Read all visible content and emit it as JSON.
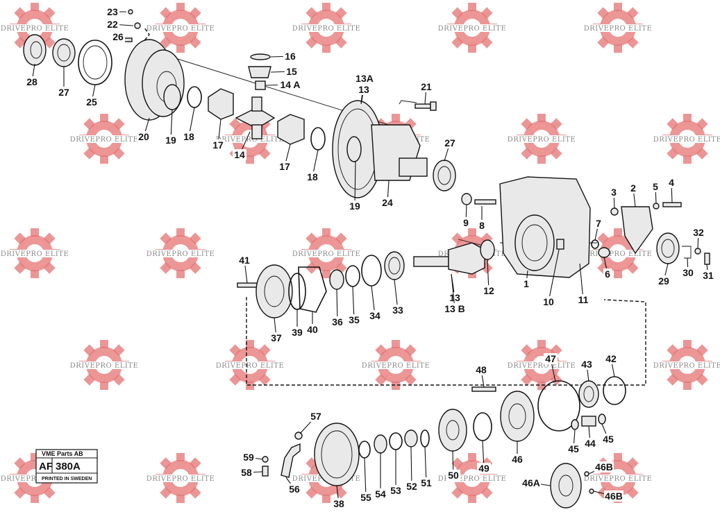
{
  "watermark": {
    "text": "DRIVEPRO ELITE",
    "color": "#e57373"
  },
  "stamp": {
    "company": "VME Parts AB",
    "code_prefix": "AF",
    "code": "380A",
    "printed": "PRINTED IN SWEDEN"
  },
  "callouts": [
    "23",
    "22",
    "26",
    "28",
    "27",
    "25",
    "20",
    "19",
    "18",
    "17",
    "14",
    "17",
    "18",
    "19",
    "16",
    "15",
    "14 A",
    "13A",
    "13",
    "21",
    "24",
    "27",
    "3",
    "2",
    "5",
    "4",
    "9",
    "8",
    "7",
    "6",
    "29",
    "30",
    "32",
    "31",
    "1",
    "10",
    "11",
    "12",
    "13",
    "13 B",
    "41",
    "37",
    "39",
    "40",
    "36",
    "35",
    "34",
    "33",
    "48",
    "47",
    "43",
    "42",
    "46",
    "45",
    "44",
    "45",
    "57",
    "59",
    "58",
    "56",
    "38",
    "55",
    "54",
    "53",
    "52",
    "51",
    "50",
    "49",
    "46B",
    "46A",
    "46B"
  ]
}
